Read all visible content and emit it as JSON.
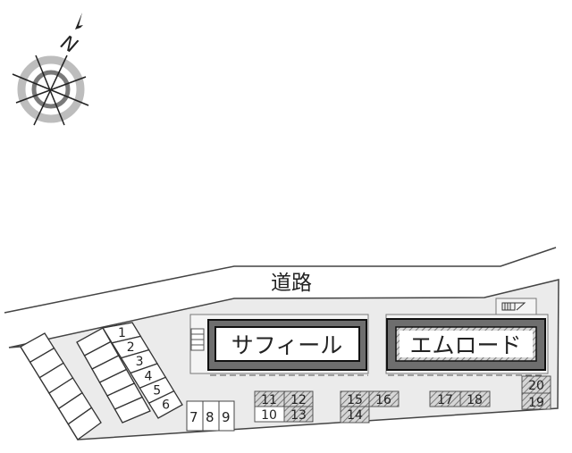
{
  "road_label": "道路",
  "buildings": [
    {
      "name": "サフィール"
    },
    {
      "name": "エムロード"
    }
  ],
  "compass": {
    "north_label": "N"
  },
  "parking": {
    "numbered_column": [
      "1",
      "2",
      "3",
      "4",
      "5",
      "6"
    ],
    "row_789": [
      "7",
      "8",
      "9"
    ],
    "group_a": {
      "top": [
        "11",
        "12"
      ],
      "bottom": [
        "10",
        "13"
      ]
    },
    "group_b": {
      "top": [
        "15",
        "16"
      ],
      "bottom": [
        "14"
      ]
    },
    "group_c": [
      "17",
      "18"
    ],
    "group_d": [
      "20",
      "19"
    ]
  },
  "colors": {
    "lot": "#ebebeb",
    "building_frame": "#6e6e6e",
    "line": "#333333",
    "hatch": "#888888"
  }
}
